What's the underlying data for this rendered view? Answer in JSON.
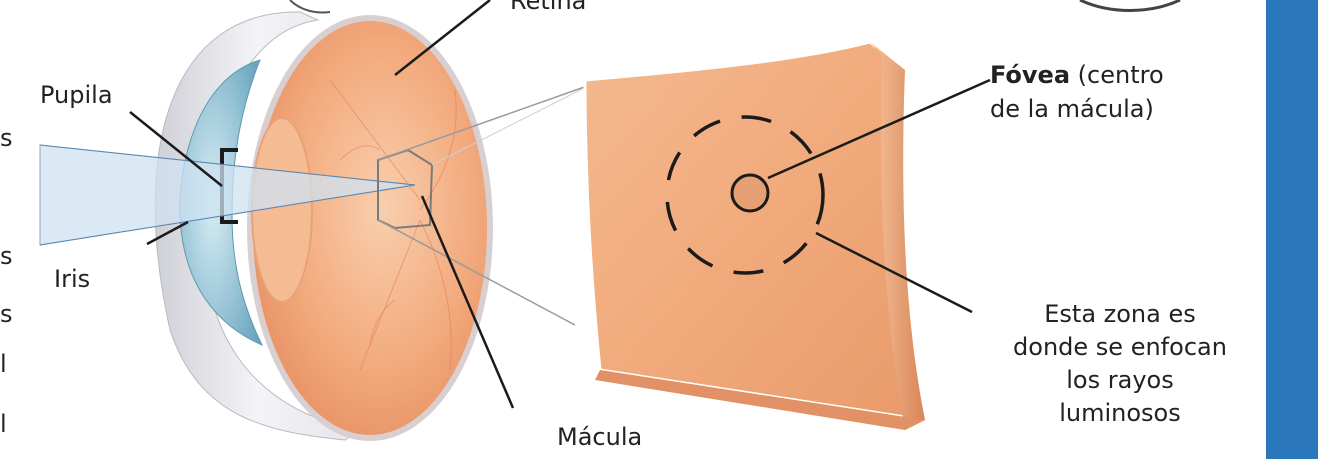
{
  "labels": {
    "retina": "Retina",
    "pupila": "Pupila",
    "iris": "Iris",
    "macula": "Mácula",
    "fovea_bold": "Fóvea",
    "fovea_rest_line1": " (centro",
    "fovea_rest_line2": "de la mácula)",
    "zona_line1": "Esta zona es",
    "zona_line2": "donde se enfocan",
    "zona_line3": "los rayos",
    "zona_line4": "luminosos"
  },
  "edge_glyphs": [
    "s",
    "s",
    "s",
    "l",
    "l"
  ],
  "colors": {
    "retina_orange": "#f2a97c",
    "retina_light": "#f6c8a6",
    "sclera": "#eeeef2",
    "iris_blue": "#8fc2d6",
    "light_beam": "#cfe1f1",
    "side_bar": "#2b77bb"
  }
}
